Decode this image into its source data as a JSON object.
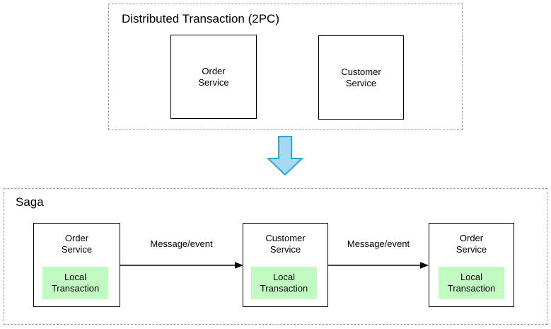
{
  "diagram": {
    "title_top": "Distributed Transaction (2PC)",
    "title_bottom": "Saga",
    "colors": {
      "local_transaction_fill": "#c2fbc2",
      "big_arrow_fill": "#a7d9f2",
      "big_arrow_stroke": "#2ba6e0",
      "box_stroke": "#000000",
      "group_stroke": "#9a9a9a",
      "background": "#ffffff"
    }
  },
  "two_pc": {
    "label": "Distributed Transaction (2PC)",
    "services": [
      {
        "name": "order-service",
        "line1": "Order",
        "line2": "Service"
      },
      {
        "name": "customer-service",
        "line1": "Customer",
        "line2": "Service"
      }
    ]
  },
  "transition": {
    "arrow_name": "down-arrow-icon",
    "direction": "down"
  },
  "saga": {
    "label": "Saga",
    "local_transaction_label_line1": "Local",
    "local_transaction_label_line2": "Transaction",
    "steps": [
      {
        "name": "order-service",
        "line1": "Order",
        "line2": "Service",
        "local_line1": "Local",
        "local_line2": "Transaction"
      },
      {
        "name": "customer-service",
        "line1": "Customer",
        "line2": "Service",
        "local_line1": "Local",
        "local_line2": "Transaction"
      },
      {
        "name": "order-service-2",
        "line1": "Order",
        "line2": "Service",
        "local_line1": "Local",
        "local_line2": "Transaction"
      }
    ],
    "connectors": [
      {
        "label": "Message/event"
      },
      {
        "label": "Message/event"
      }
    ]
  }
}
